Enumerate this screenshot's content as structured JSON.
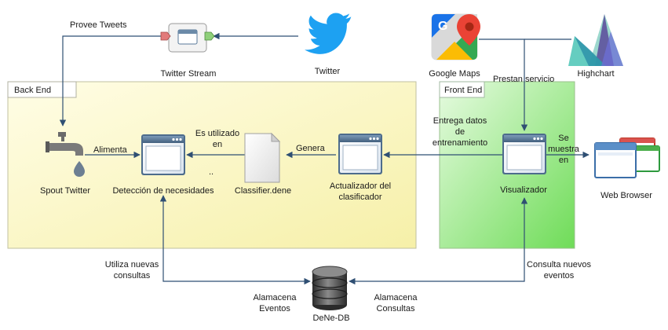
{
  "panels": {
    "back_end": "Back End",
    "front_end": "Front End"
  },
  "nodes": {
    "twitter_stream": "Twitter Stream",
    "twitter": "Twitter",
    "google_maps": "Google Maps",
    "highchart": "Highchart",
    "spout_twitter": "Spout Twitter",
    "deteccion": "Detección de necesidades",
    "classifier": "Classifier.dene",
    "actualizador": "Actualizador del clasificador",
    "visualizador": "Visualizador",
    "web_browser": "Web Browser",
    "dene_db": "DeNe-DB"
  },
  "edges": {
    "provee_tweets": "Provee Tweets",
    "alimenta": "Alimenta",
    "es_utilizado_en": "Es utilizado en",
    "genera": "Genera",
    "entrega_datos": "Entrega datos de entrenamiento",
    "prestan_servicio": "Prestan servicio",
    "se_muestra_en": "Se muestra en",
    "utiliza_nuevas_consultas": "Utiliza nuevas consultas",
    "alamacena_eventos": "Alamacena Eventos",
    "alamacena_consultas": "Alamacena Consultas",
    "consulta_nuevos_eventos": "Consulta nuevos eventos",
    "dots": ".."
  },
  "colors": {
    "back_end_fill": "#fbf9cc",
    "front_end_fill": "#9ee88f",
    "connector": "#2f4f73",
    "twitter_blue": "#1da1f2"
  }
}
